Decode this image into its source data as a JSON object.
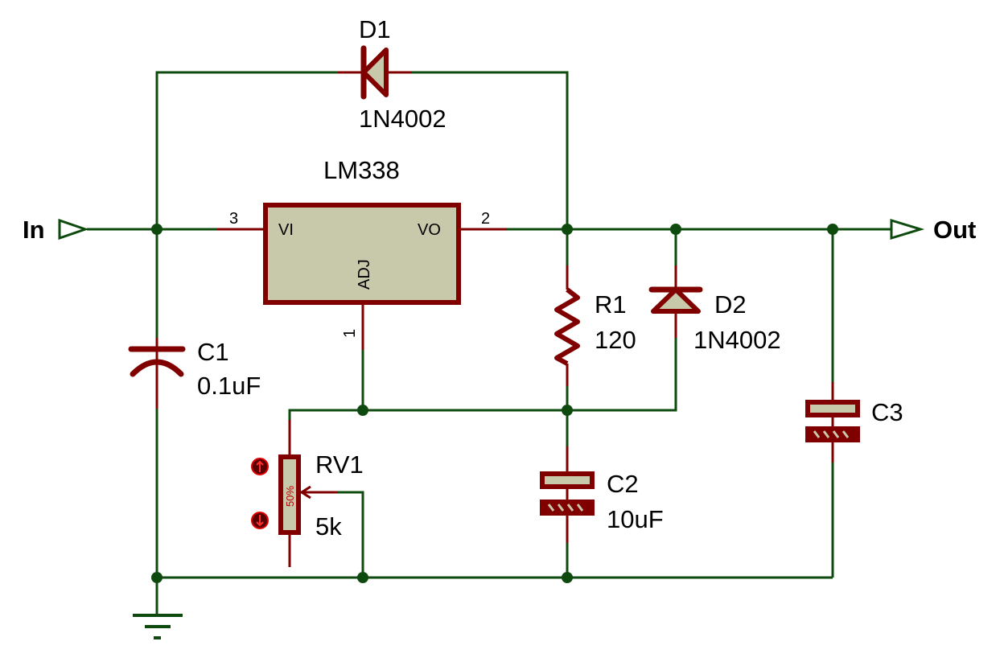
{
  "ports": {
    "input": "In",
    "output": "Out"
  },
  "regulator": {
    "name": "LM338",
    "pin_vi": "VI",
    "pin_vo": "VO",
    "pin_adj": "ADJ",
    "pin_num_vi": "3",
    "pin_num_vo": "2",
    "pin_num_adj": "1"
  },
  "d1": {
    "ref": "D1",
    "value": "1N4002"
  },
  "d2": {
    "ref": "D2",
    "value": "1N4002"
  },
  "r1": {
    "ref": "R1",
    "value": "120"
  },
  "rv1": {
    "ref": "RV1",
    "value": "5k",
    "wiper_position": "50%"
  },
  "c1": {
    "ref": "C1",
    "value": "0.1uF"
  },
  "c2": {
    "ref": "C2",
    "value": "10uF"
  },
  "c3": {
    "ref": "C3",
    "value": ""
  },
  "colors": {
    "wire": "#0e4a0e",
    "component": "#800000",
    "body_fill": "#c8c8aa"
  }
}
